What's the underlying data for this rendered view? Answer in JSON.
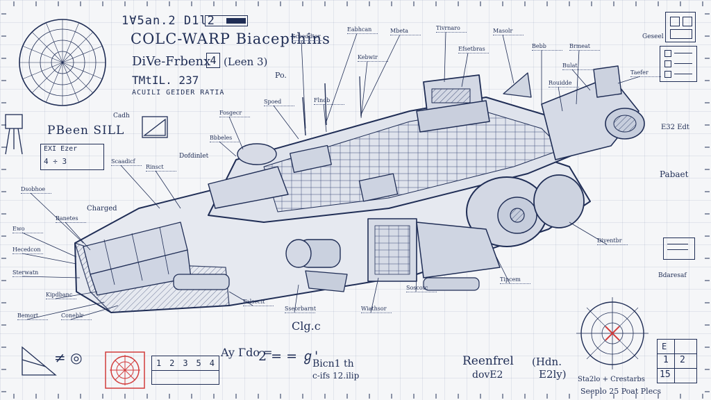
{
  "header": {
    "title_code": "1Ɐ5an.2 D1l2",
    "main_title": "COLC-WARP Biacepthins",
    "subtitle": "DiVe-Frbenx",
    "box_number": "4",
    "box_note": "(Leen 3)",
    "line3": "TMtIL. 237",
    "line4": "ACUILI GEIDER RATIA",
    "side_note": "Po."
  },
  "left": {
    "label_a": "PBeen SILL",
    "box_title": "EXI Ezer",
    "box_value": "4 ÷ 3",
    "label_b": "Charged",
    "label_c": "Cadh",
    "label_d": "Dofdinlet"
  },
  "bottom": {
    "formula_a": "Ay Γdo =",
    "formula_b": "2 = = ℊ'",
    "formula_c": "Clg.c",
    "note_a": "Bicn1 th",
    "note_b": "c-ifs 12.ilip",
    "note_c": "Reenfrel",
    "note_d": "dovE2",
    "note_e": "(Hdn.",
    "note_f": "E2ly)",
    "legend": "Sta2lo + Crestarbs",
    "footer": "Seeplo 25 Poat Plecs",
    "grid_values": [
      "1",
      "2",
      "3",
      "5",
      "4"
    ],
    "right_box_values": [
      "E",
      "1",
      "2",
      "15"
    ],
    "glyph": "≠ ◎"
  },
  "right": {
    "label_a": "Pabaet",
    "label_b": "Geseel",
    "label_c": "E32 Edt",
    "label_d": "Bdaresaf"
  },
  "callouts": [
    "Sceeddtor",
    "Eabhcan",
    "Mbeta",
    "Tivrnaro",
    "Masolr",
    "Bebb",
    "Brmeat",
    "Spoed",
    "Flnob",
    "Kebwir",
    "Efsetbras",
    "Bulat",
    "Rouidde",
    "Taefer",
    "Fosgecr",
    "Bbbeles",
    "Scaadicf",
    "Rinsct",
    "Dsobhoe",
    "Banetes",
    "Ewo",
    "Hecedcon",
    "Sterwatn",
    "Kipdbanc",
    "Bemort",
    "Coneblr",
    "Falsecit",
    "Sseorbarnt",
    "Wiathsor",
    "Soscotc",
    "Tipcem",
    "Diventbr"
  ],
  "colors": {
    "ink": "#1f2d55",
    "accent": "#d23b3b",
    "paper": "#f5f6f8"
  }
}
